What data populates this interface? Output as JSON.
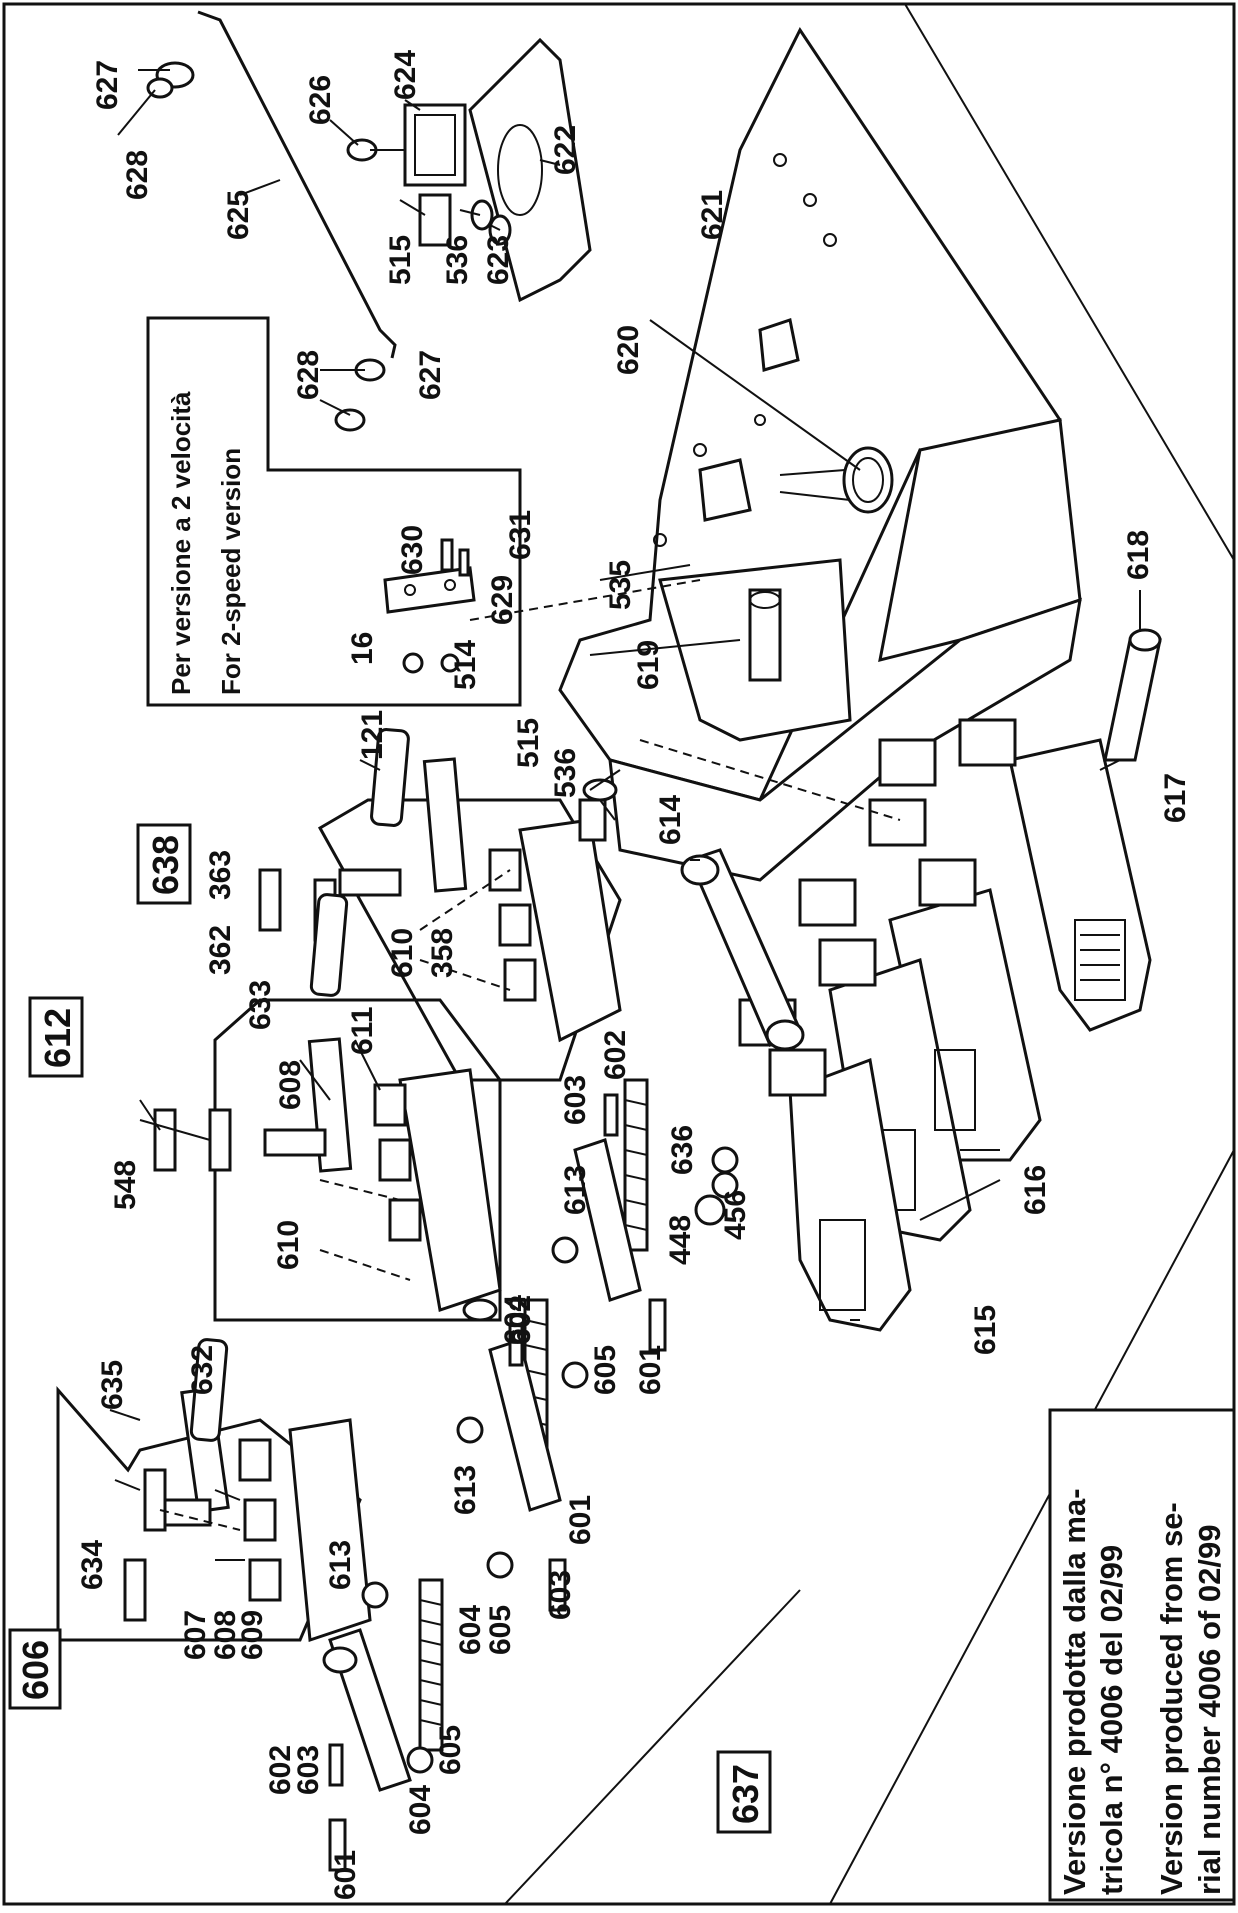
{
  "diagram": {
    "labels": [
      "627",
      "628",
      "626",
      "624",
      "622",
      "625",
      "621",
      "515",
      "536",
      "623",
      "620",
      "628",
      "627",
      "630",
      "631",
      "629",
      "16",
      "514",
      "535",
      "619",
      "618",
      "121",
      "515",
      "536",
      "638",
      "363",
      "362",
      "610",
      "358",
      "614",
      "617",
      "633",
      "612",
      "611",
      "608",
      "548",
      "602",
      "603",
      "613",
      "636",
      "456",
      "448",
      "616",
      "610",
      "602",
      "604",
      "605",
      "601",
      "615",
      "632",
      "635",
      "634",
      "613",
      "601",
      "603",
      "607",
      "608",
      "609",
      "613",
      "604",
      "605",
      "606",
      "605",
      "604",
      "602",
      "603",
      "601",
      "637"
    ],
    "box_note_1": "Per versione a 2 velocità",
    "box_note_2": "For 2-speed version",
    "version_note_it_1": "Versione prodotta dalla ma-",
    "version_note_it_2": "tricola n° 4006 del 02/99",
    "version_note_en_1": "Version produced from se-",
    "version_note_en_2": "rial number 4006 of 02/99"
  }
}
